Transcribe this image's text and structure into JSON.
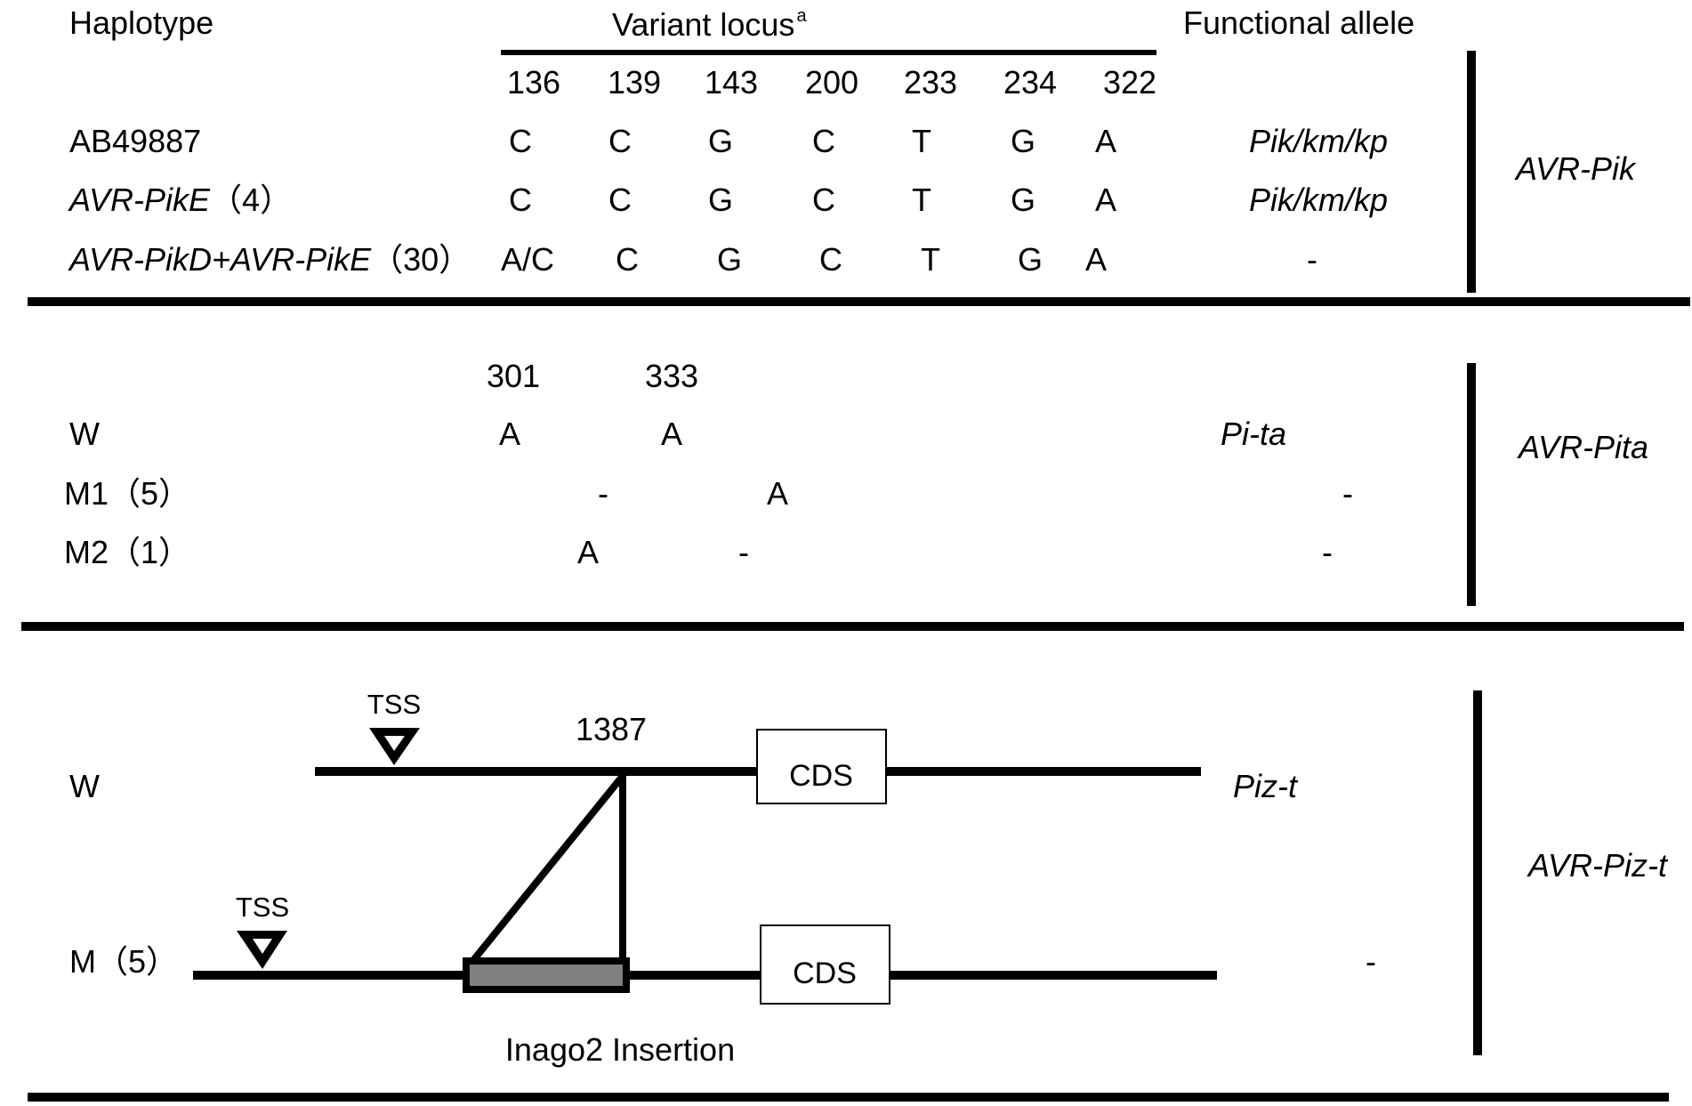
{
  "header": {
    "haplotype": "Haplotype",
    "variant_locus": "Variant locus",
    "variant_locus_sup": "a",
    "functional_allele": "Functional allele"
  },
  "section1": {
    "positions": [
      "136",
      "139",
      "143",
      "200",
      "233",
      "234",
      "322"
    ],
    "rows": [
      {
        "name": "AB49887",
        "name_italic": "",
        "count": "",
        "bases": [
          "C",
          "C",
          "G",
          "C",
          "T",
          "G",
          "A"
        ],
        "allele": "Pik/km/kp"
      },
      {
        "name": "",
        "name_italic": "AVR-PikE",
        "count": "（4）",
        "bases": [
          "C",
          "C",
          "G",
          "C",
          "T",
          "G",
          "A"
        ],
        "allele": "Pik/km/kp"
      },
      {
        "name": "",
        "name_italic": "AVR-PikD+AVR-PikE",
        "count": "（30）",
        "bases": [
          "A/C",
          "C",
          "G",
          "C",
          "T",
          "G",
          "A"
        ],
        "allele": "-"
      }
    ],
    "gene": "AVR-Pik"
  },
  "section2": {
    "positions": [
      "301",
      "333"
    ],
    "rows": [
      {
        "name": "W",
        "bases": [
          "A",
          "A"
        ],
        "allele": "Pi-ta"
      },
      {
        "name": "M1（5）",
        "bases": [
          "-",
          "A"
        ],
        "allele": "-"
      },
      {
        "name": "M2（1）",
        "bases": [
          "A",
          "-"
        ],
        "allele": "-"
      }
    ],
    "gene": "AVR-Pita"
  },
  "section3": {
    "rows": [
      {
        "name": "W",
        "allele": "Piz-t",
        "tss_label": "TSS",
        "cds_label": "CDS"
      },
      {
        "name": "M（5）",
        "allele": "-",
        "tss_label": "TSS",
        "cds_label": "CDS"
      }
    ],
    "position_label": "1387",
    "insertion_label": "Inago2 Insertion",
    "gene": "AVR-Piz-t",
    "insertion_color": "#808080"
  }
}
